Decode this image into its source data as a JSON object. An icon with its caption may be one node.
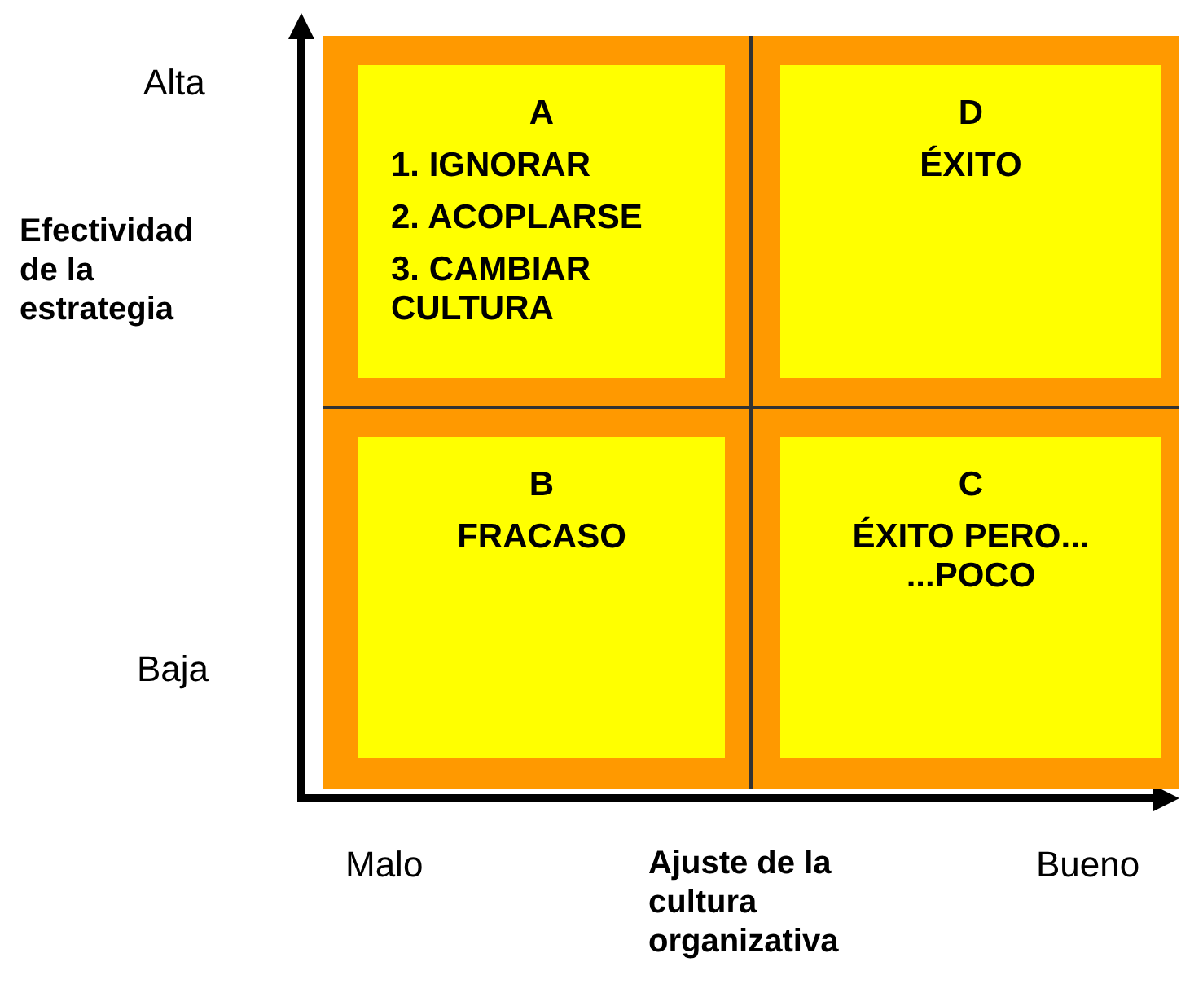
{
  "diagram": {
    "nodes": [
      {
        "text": [],
        "shape": "box"
      },
      {
        "text": [
          "A",
          "1. IGNORAR",
          "2. ACOPLARSE",
          "3. CAMBIAR CULTURA"
        ],
        "in": 0
      },
      {
        "text": [
          "D",
          "ÉXITO"
        ],
        "in": 0
      },
      {
        "text": [
          "B",
          "FRACASO"
        ],
        "in": 0
      },
      {
        "text": [
          "C",
          "ÉXITO PERO... ...POCO"
        ],
        "in": 0
      }
    ],
    "edges": [],
    "labels": [
      "Alta",
      "Efectividad de la estrategia",
      "Baja",
      "Malo",
      "Ajuste de la cultura organizativa",
      "Bueno"
    ]
  }
}
